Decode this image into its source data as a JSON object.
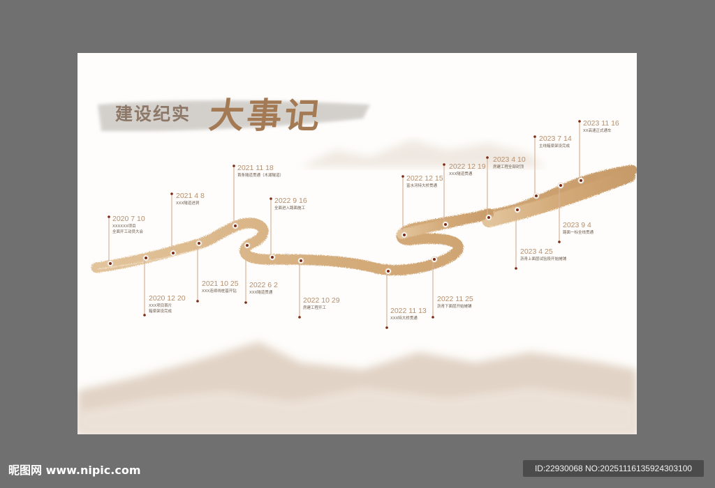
{
  "title": {
    "subtitle": "建设纪实",
    "main": "大事记"
  },
  "colors": {
    "accent": "#b58e6c",
    "stroke": "#d2ab7d",
    "dot": "#7a2a12",
    "background": "#fefdfb",
    "frame": "#707070"
  },
  "events": [
    {
      "date": "2020 7 10",
      "caption": "XXXXXX项目\n全面开工动员大会"
    },
    {
      "date": "2020 12 20",
      "caption": "XXX项目首片\n箱梁架设完成"
    },
    {
      "date": "2021 4 8",
      "caption": "XXX隧道进洞"
    },
    {
      "date": "2021 10 25",
      "caption": "XXX连续线桩基开钻"
    },
    {
      "date": "2021 11 18",
      "caption": "首条隧道贯通（木湖隧道）"
    },
    {
      "date": "2022 6 2",
      "caption": "XXX隧道贯通"
    },
    {
      "date": "2022 9 16",
      "caption": "全面进入路面施工"
    },
    {
      "date": "2022 10 29",
      "caption": "房建工程开工"
    },
    {
      "date": "2022 11 13",
      "caption": "XXX特大桥贯通"
    },
    {
      "date": "2022 11 25",
      "caption": "沥青下面层开始摊铺"
    },
    {
      "date": "2022 12 15",
      "caption": "富水河特大桥贯通"
    },
    {
      "date": "2022 12 19",
      "caption": "XXX隧道贯通"
    },
    {
      "date": "2023 4 10",
      "caption": "房建工程全部封顶"
    },
    {
      "date": "2023 4 25",
      "caption": "沥青上面层试验段开始摊铺"
    },
    {
      "date": "2023 7 14",
      "caption": "主线箱梁架设完成"
    },
    {
      "date": "2023 9 4",
      "caption": "路面一标全线贯通"
    },
    {
      "date": "2023 11 16",
      "caption": "XX高速正式通车"
    }
  ],
  "watermark": {
    "logo": "昵图网 www.nipic.com",
    "id": "ID:22930068 NO:20251116135924303100"
  }
}
